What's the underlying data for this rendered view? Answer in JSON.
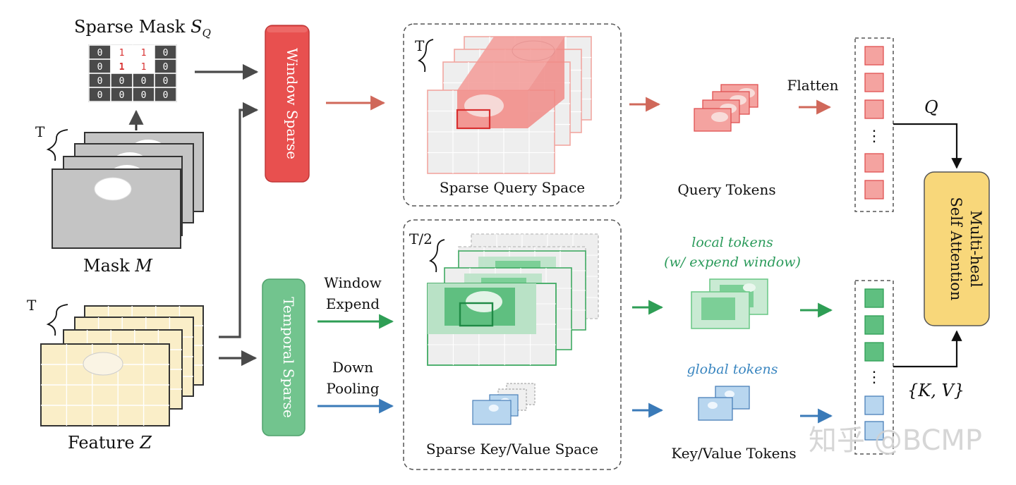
{
  "colors": {
    "red_fill": "#f08080",
    "red_dark": "#e05050",
    "red_arrow": "#d0685a",
    "green_fill": "#6fc98a",
    "green_dark": "#2e9e55",
    "green_text": "#2a9a5a",
    "blue_fill": "#b8d6ef",
    "blue_dark": "#4a7fb8",
    "blue_text": "#3a86c0",
    "yellow_fill": "#f8d77a",
    "cream": "#faeec8",
    "mask_gray": "#c4c4c4",
    "dark_gray": "#4a4a4a"
  },
  "mask_panel": {
    "title": "Sparse Mask ",
    "title_symbol": "S",
    "title_subscript": "Q",
    "grid": [
      [
        "0",
        "1",
        "1",
        "0"
      ],
      [
        "0",
        "1",
        "1",
        "0"
      ],
      [
        "0",
        "0",
        "0",
        "0"
      ],
      [
        "0",
        "0",
        "0",
        "0"
      ]
    ]
  },
  "mask_stack": {
    "t_label": "T",
    "caption": "Mask ",
    "caption_symbol": "M"
  },
  "feature_stack": {
    "t_label": "T",
    "caption": "Feature ",
    "caption_symbol": "Z"
  },
  "window_sparse": {
    "label": "Window Sparse"
  },
  "temporal_sparse": {
    "label": "Temporal Sparse"
  },
  "query_space": {
    "t_label": "T",
    "caption": "Sparse Query Space"
  },
  "kv_space": {
    "t_label": "T/2",
    "caption": "Sparse Key/Value Space"
  },
  "window_expend": {
    "line1": "Window",
    "line2": "Expend"
  },
  "down_pooling": {
    "line1": "Down",
    "line2": "Pooling"
  },
  "query_tokens": {
    "caption": "Query Tokens",
    "flatten": "Flatten"
  },
  "local_tokens": {
    "line1": "local tokens",
    "line2": "(w/ expend window)"
  },
  "global_tokens": {
    "label": "global tokens"
  },
  "kv_tokens": {
    "caption": "Key/Value Tokens"
  },
  "q_label": "Q",
  "kv_label": "{K, V}",
  "attention": {
    "line1": "Multi-heal",
    "line2": "Self Attention"
  },
  "ellipsis": "⋮",
  "watermark": "知乎 @BCMP"
}
